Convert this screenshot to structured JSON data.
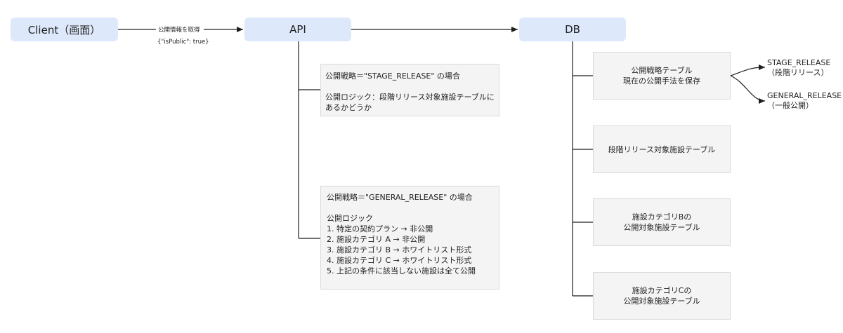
{
  "nodes": {
    "client": "Client（画面）",
    "api": "API",
    "db": "DB"
  },
  "edge_client_api": {
    "label": "公開情報を取得",
    "param": "{\"isPublic\": true}"
  },
  "api_notes": {
    "stage": {
      "lines": [
        "公開戦略＝\"STAGE_RELEASE\" の場合",
        "",
        "公開ロジック：段階リリース対象施設テーブルに",
        "あるかどうか"
      ]
    },
    "general": {
      "lines": [
        "公開戦略＝\"GENERAL_RELEASE\" の場合",
        "",
        "公開ロジック",
        "1. 特定の契約プラン → 非公開",
        "2. 施設カテゴリ A → 非公開",
        "3. 施設カテゴリ B → ホワイトリスト形式",
        "4. 施設カテゴリ C → ホワイトリスト形式",
        "5. 上記の条件に該当しない施設は全て公開"
      ]
    }
  },
  "db_tables": [
    {
      "lines": [
        "公開戦略テーブル",
        "現在の公開手法を保存"
      ]
    },
    {
      "lines": [
        "段階リリース対象施設テーブル"
      ]
    },
    {
      "lines": [
        "施設カテゴリBの",
        "公開対象施設テーブル"
      ]
    },
    {
      "lines": [
        "施設カテゴリCの",
        "公開対象施設テーブル"
      ]
    }
  ],
  "strategies": {
    "stage": {
      "name": "STAGE_RELEASE",
      "desc": "（段階リリース）"
    },
    "general": {
      "name": "GENERAL_RELEASE",
      "desc": "（一般公開）"
    }
  },
  "colors": {
    "node_fill": "#dde9fb",
    "note_fill": "#f4f4f4",
    "note_border": "#dadada",
    "line": "#1f1f1f"
  }
}
